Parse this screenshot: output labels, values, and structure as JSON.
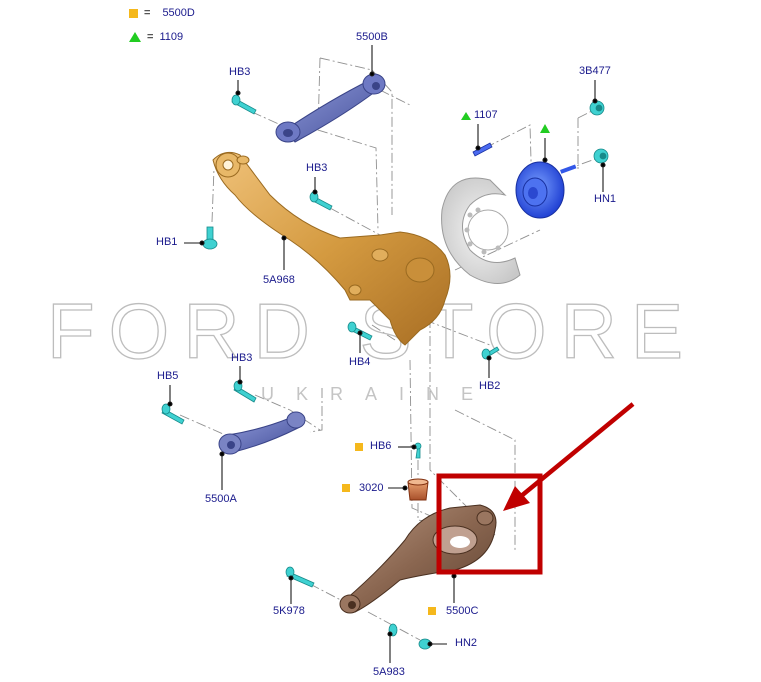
{
  "legend": [
    {
      "marker": "orange-square",
      "equals": "=",
      "code": "5500D"
    },
    {
      "marker": "green-triangle",
      "equals": "=",
      "code": "1109"
    }
  ],
  "labels": {
    "p5500B": "5500B",
    "hb3_top": "HB3",
    "p1107": "1107",
    "p3B477": "3B477",
    "hn1": "HN1",
    "hb3_mid": "HB3",
    "hb1": "HB1",
    "p5A968": "5A968",
    "hb4": "HB4",
    "hb2": "HB2",
    "hb3_low": "HB3",
    "hb5": "HB5",
    "p5500A": "5500A",
    "hb6": "HB6",
    "p3020": "3020",
    "p5K978": "5K978",
    "p5500C": "5500C",
    "hn2": "HN2",
    "p5A983": "5A983"
  },
  "watermark": {
    "title": "FORD STORE",
    "subtitle": "UKRAINE"
  },
  "colors": {
    "label": "#1a1a8c",
    "orange_marker": "#f5b81c",
    "green_marker": "#22cc22",
    "knuckle_gold": "#d9a04a",
    "arm_blue": "#5a67b8",
    "hub_blue": "#2c4fe0",
    "bolt_cyan": "#3fd1d1",
    "lower_arm_bronze": "#8a6a54",
    "highlight_red": "#c00000"
  }
}
